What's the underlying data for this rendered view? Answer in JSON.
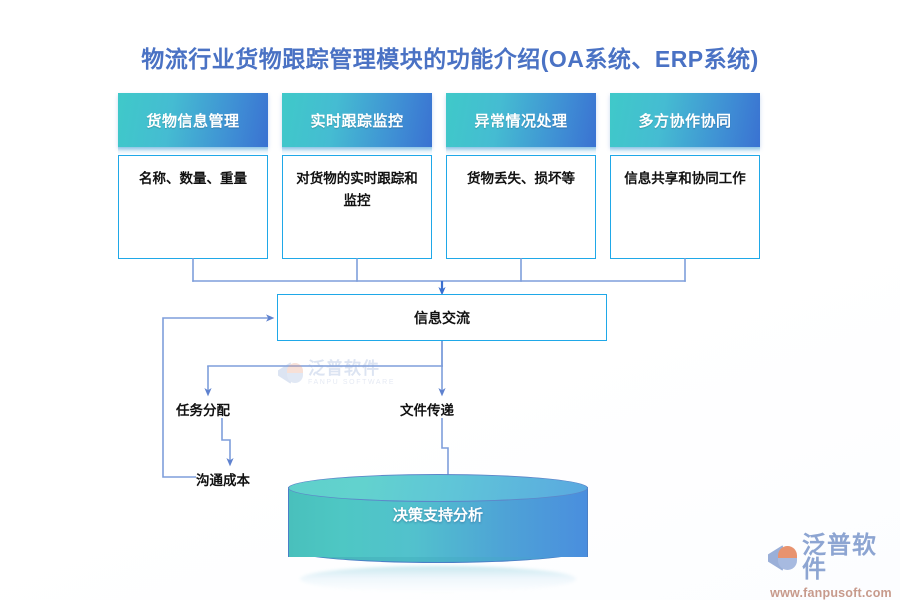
{
  "page": {
    "title": "物流行业货物跟踪管理模块的功能介绍(OA系统、ERP系统)",
    "title_color": "#4a72c4",
    "background": "#ffffff"
  },
  "colors": {
    "header_gradient_start": "#3fc9c9",
    "header_gradient_end": "#3a72d2",
    "box_border": "#1fa8e8",
    "connector": "#6f94d8",
    "arrow": "#3a6fd0",
    "cylinder_start": "#49c0bc",
    "cylinder_end": "#4a8ede",
    "text": "#111111"
  },
  "cards": [
    {
      "header": "货物信息管理",
      "body": "名称、数量、重量"
    },
    {
      "header": "实时跟踪监控",
      "body": "对货物的实时跟踪和监控"
    },
    {
      "header": "异常情况处理",
      "body": "货物丢失、损坏等"
    },
    {
      "header": "多方协作协同",
      "body": "信息共享和协同工作"
    }
  ],
  "flow": {
    "hub_label": "信息交流",
    "branch_left_label": "任务分配",
    "branch_left_child_label": "沟通成本",
    "branch_right_label": "文件传递",
    "result_label": "决策支持分析"
  },
  "watermark": {
    "cn": "泛普软件",
    "en": "FANPU SOFTWARE"
  },
  "brand": {
    "cn": "泛普软件",
    "url": "www.fanpusoft.com"
  }
}
